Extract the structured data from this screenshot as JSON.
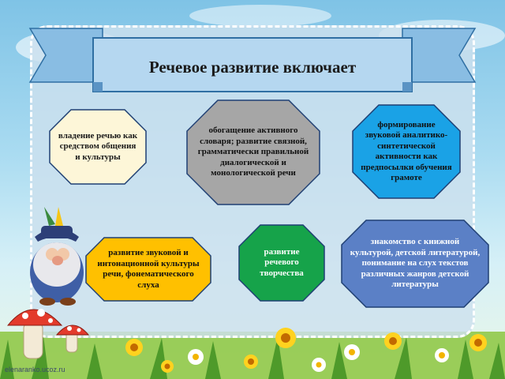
{
  "title": "Речевое развитие включает",
  "items": [
    {
      "text": "владение речью как средством общения и культуры",
      "color": "#fdf6d8"
    },
    {
      "text": "обогащение активного словаря; развитие связной, грамматически правильной диалогической и монологической речи",
      "color": "#a6a6a6"
    },
    {
      "text": "формирование звуковой аналитико-синтетической активности как предпосылки обучения грамоте",
      "color": "#1aa2e6"
    },
    {
      "text": "развитие звуковой и интонационной культуры речи, фонематического слуха",
      "color": "#ffc000"
    },
    {
      "text": "развитие речевого творчества",
      "color": "#16a34a"
    },
    {
      "text": "знакомство с книжной культурой, детской литературой, понимание на слух текстов различных жанров детской литературы",
      "color": "#5b80c6"
    }
  ],
  "watermark": "elenaranko.ucoz.ru"
}
